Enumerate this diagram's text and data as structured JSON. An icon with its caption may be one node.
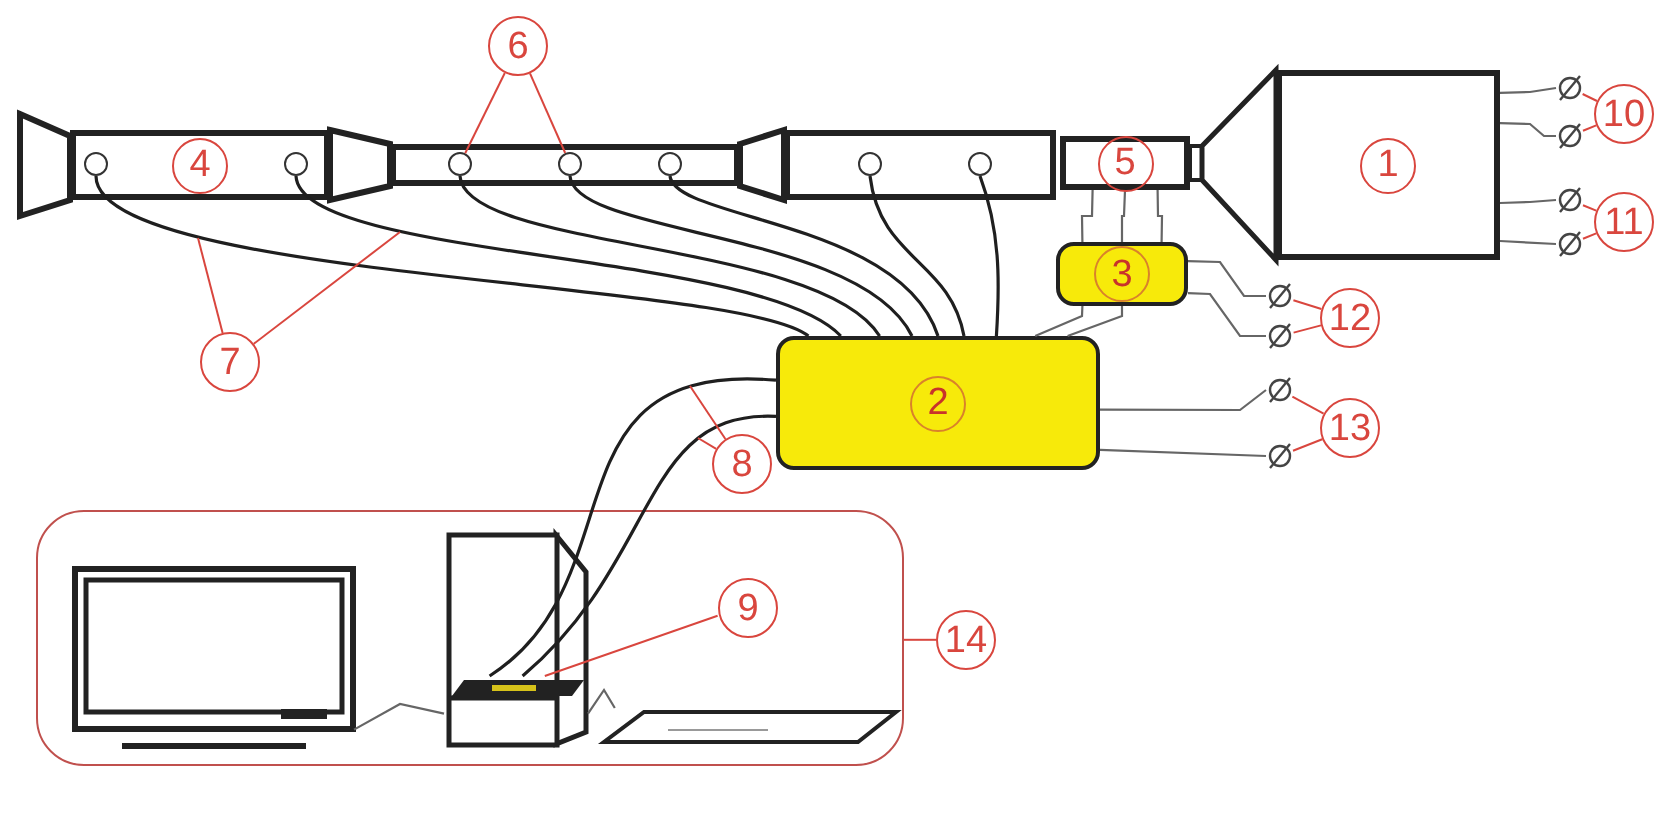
{
  "diagram": {
    "nodes": [
      {
        "text": [
          "1"
        ]
      },
      {
        "text": [
          "2"
        ]
      },
      {
        "text": [
          "3"
        ]
      },
      {
        "text": [
          "4"
        ]
      },
      {
        "text": [
          "5"
        ]
      },
      {
        "text": [],
        "shape": "box"
      },
      {
        "text": [],
        "shape": "box"
      },
      {
        "text": [],
        "shape": "circle",
        "in": 3
      },
      {
        "text": [],
        "shape": "circle",
        "in": 3
      },
      {
        "text": [],
        "shape": "circle",
        "in": 5
      },
      {
        "text": [],
        "shape": "circle",
        "in": 5
      },
      {
        "text": [],
        "shape": "circle",
        "in": 5
      },
      {
        "text": [],
        "shape": "circle",
        "in": 6
      },
      {
        "text": [],
        "shape": "circle",
        "in": 6
      },
      {
        "text": [
          "6"
        ]
      },
      {
        "text": [
          "7"
        ]
      },
      {
        "text": [
          "8"
        ]
      },
      {
        "text": [],
        "shape": "box"
      },
      {
        "text": [
          "10"
        ]
      },
      {
        "text": [
          "11"
        ]
      },
      {
        "text": [
          "12"
        ]
      },
      {
        "text": [
          "13"
        ]
      },
      {
        "text": [
          "14"
        ]
      },
      {
        "text": [
          "9"
        ],
        "in": 17
      },
      {
        "text": [],
        "shape": "picture",
        "in": 17
      },
      {
        "text": [],
        "shape": "picture",
        "in": 17
      },
      {
        "text": [],
        "shape": "picture",
        "in": 25
      },
      {
        "text": [],
        "shape": "picture",
        "in": 17
      },
      {
        "text": [],
        "shape": "circle"
      },
      {
        "text": [],
        "shape": "circle"
      },
      {
        "text": [],
        "shape": "circle"
      },
      {
        "text": [],
        "shape": "circle"
      },
      {
        "text": [],
        "shape": "circle"
      },
      {
        "text": [],
        "shape": "circle"
      },
      {
        "text": [],
        "shape": "circle"
      },
      {
        "text": [],
        "shape": "circle"
      }
    ],
    "edges": [
      {
        "from": 7,
        "to": 1,
        "arrow": "none",
        "color": "#1f1f1f"
      },
      {
        "from": 8,
        "to": 1,
        "arrow": "none",
        "color": "#1f1f1f"
      },
      {
        "from": 9,
        "to": 1,
        "arrow": "none",
        "color": "#1f1f1f"
      },
      {
        "from": 10,
        "to": 1,
        "arrow": "none",
        "color": "#1f1f1f"
      },
      {
        "from": 11,
        "to": 1,
        "arrow": "none",
        "color": "#1f1f1f"
      },
      {
        "from": 12,
        "to": 1,
        "arrow": "none",
        "color": "#1f1f1f"
      },
      {
        "from": 13,
        "to": 1,
        "arrow": "none",
        "color": "#1f1f1f"
      },
      {
        "from": 4,
        "to": 2,
        "arrow": "none",
        "color": "#666666"
      },
      {
        "from": 4,
        "to": 2,
        "arrow": "none",
        "color": "#666666"
      },
      {
        "from": 4,
        "to": 2,
        "arrow": "none",
        "color": "#666666"
      },
      {
        "from": 2,
        "to": 1,
        "arrow": "none",
        "color": "#666666"
      },
      {
        "from": 2,
        "to": 1,
        "arrow": "none",
        "color": "#666666"
      },
      {
        "from": 0,
        "to": 28,
        "arrow": "none",
        "color": "#666666"
      },
      {
        "from": 0,
        "to": 29,
        "arrow": "none",
        "color": "#666666"
      },
      {
        "from": 0,
        "to": 30,
        "arrow": "none",
        "color": "#666666"
      },
      {
        "from": 0,
        "to": 31,
        "arrow": "none",
        "color": "#666666"
      },
      {
        "from": 2,
        "to": 32,
        "arrow": "none",
        "color": "#666666"
      },
      {
        "from": 2,
        "to": 33,
        "arrow": "none",
        "color": "#666666"
      },
      {
        "from": 1,
        "to": 34,
        "arrow": "none",
        "color": "#666666"
      },
      {
        "from": 1,
        "to": 35,
        "arrow": "none",
        "color": "#666666"
      },
      {
        "from": 1,
        "to": 26,
        "arrow": "none",
        "color": "#1f1f1f"
      },
      {
        "from": 1,
        "to": 26,
        "arrow": "none",
        "color": "#1f1f1f"
      },
      {
        "from": 24,
        "to": 25,
        "arrow": "none",
        "color": "#666666"
      },
      {
        "from": 25,
        "to": 27,
        "arrow": "none",
        "color": "#666666"
      },
      {
        "from": 14,
        "to": 9,
        "arrow": "none",
        "color": "#d9463e"
      },
      {
        "from": 14,
        "to": 10,
        "arrow": "none",
        "color": "#d9463e"
      },
      {
        "from": 15,
        "to": null,
        "arrow": "none",
        "color": "#d9463e"
      },
      {
        "from": 15,
        "to": null,
        "arrow": "none",
        "color": "#d9463e"
      },
      {
        "from": 16,
        "to": null,
        "arrow": "none",
        "color": "#d9463e"
      },
      {
        "from": 16,
        "to": null,
        "arrow": "none",
        "color": "#d9463e"
      },
      {
        "from": 23,
        "to": 26,
        "arrow": "none",
        "color": "#d9463e"
      },
      {
        "from": 18,
        "to": 28,
        "arrow": "none",
        "color": "#d9463e"
      },
      {
        "from": 18,
        "to": 29,
        "arrow": "none",
        "color": "#d9463e"
      },
      {
        "from": 19,
        "to": 30,
        "arrow": "none",
        "color": "#d9463e"
      },
      {
        "from": 19,
        "to": 31,
        "arrow": "none",
        "color": "#d9463e"
      },
      {
        "from": 20,
        "to": 32,
        "arrow": "none",
        "color": "#d9463e"
      },
      {
        "from": 20,
        "to": 33,
        "arrow": "none",
        "color": "#d9463e"
      },
      {
        "from": 21,
        "to": 34,
        "arrow": "none",
        "color": "#d9463e"
      },
      {
        "from": 21,
        "to": 35,
        "arrow": "none",
        "color": "#d9463e"
      },
      {
        "from": 22,
        "to": 17,
        "arrow": "none",
        "color": "#d9463e"
      }
    ]
  }
}
